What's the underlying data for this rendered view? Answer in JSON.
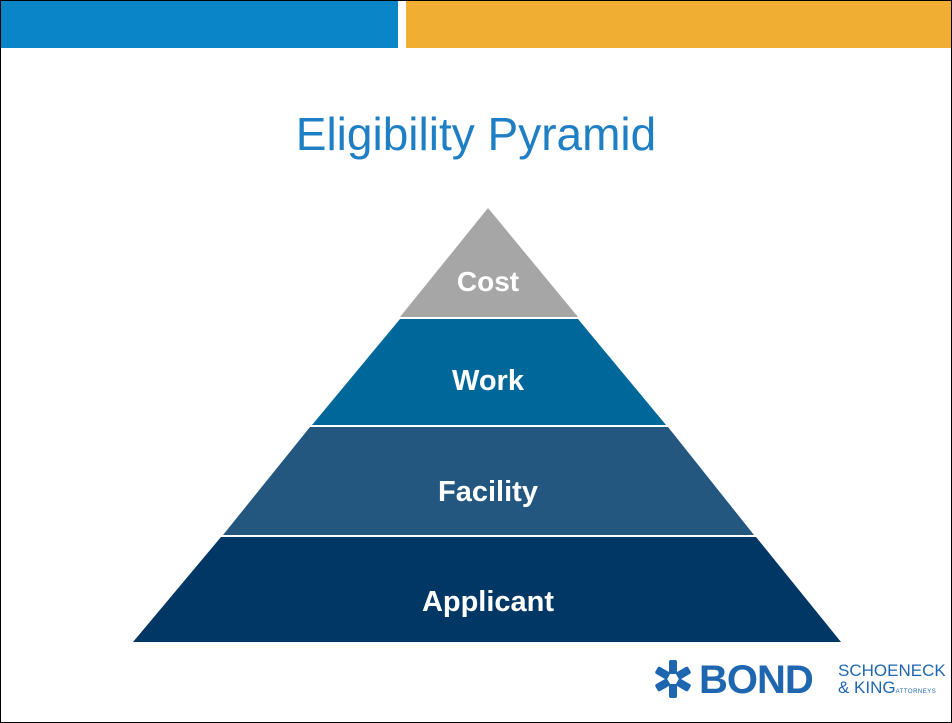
{
  "header": {
    "bar_colors": [
      "#0a86c8",
      "#f0ae33"
    ]
  },
  "title": "Eligibility Pyramid",
  "pyramid": {
    "tiers": [
      {
        "label": "Cost",
        "color": "#a6a6a6"
      },
      {
        "label": "Work",
        "color": "#00679a"
      },
      {
        "label": "Facility",
        "color": "#245780"
      },
      {
        "label": "Applicant",
        "color": "#003764"
      }
    ],
    "divider_color": "#ffffff"
  },
  "logo": {
    "mark_icon": "asterisk-snowflake-icon",
    "bond": "BOND",
    "schoeneck": "SCHOENECK",
    "king": "& KING",
    "attorneys": "ATTORNEYS",
    "color": "#1f66b1"
  }
}
